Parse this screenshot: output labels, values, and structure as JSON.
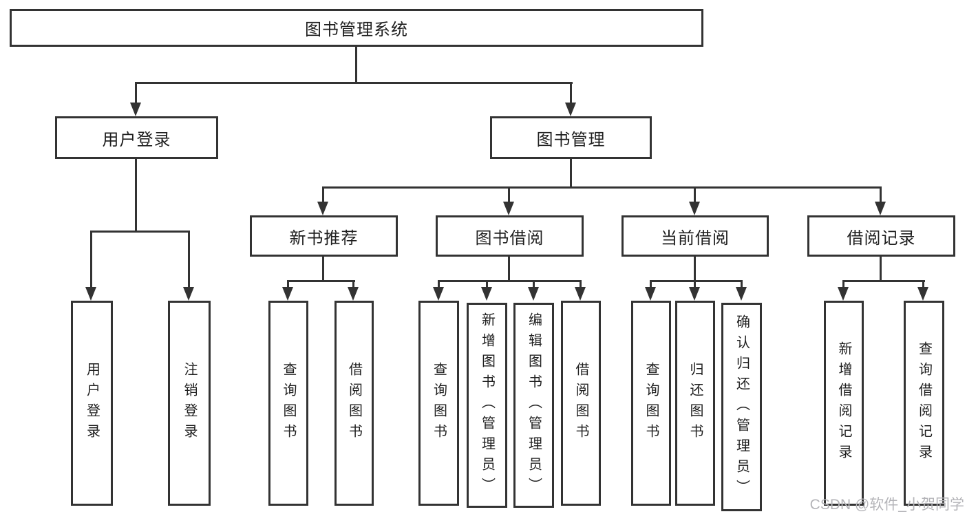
{
  "colors": {
    "line": "#333333",
    "text": "#1f1f1f",
    "watermark": "#b4b4b8",
    "background": "#ffffff"
  },
  "watermark": {
    "text": "CSDN @软件_小贺同学"
  },
  "tree": {
    "root": {
      "label": "图书管理系统",
      "children": [
        {
          "label": "用户登录",
          "children": [
            {
              "label": "用户登录"
            },
            {
              "label": "注销登录"
            }
          ]
        },
        {
          "label": "图书管理",
          "children": [
            {
              "label": "新书推荐",
              "children": [
                {
                  "label": "查询图书"
                },
                {
                  "label": "借阅图书"
                }
              ]
            },
            {
              "label": "图书借阅",
              "children": [
                {
                  "label": "查询图书"
                },
                {
                  "label": "新增图书（管理员）"
                },
                {
                  "label": "编辑图书（管理员）"
                },
                {
                  "label": "借阅图书"
                }
              ]
            },
            {
              "label": "当前借阅",
              "children": [
                {
                  "label": "查询图书"
                },
                {
                  "label": "归还图书"
                },
                {
                  "label": "确认归还（管理员）"
                }
              ]
            },
            {
              "label": "借阅记录",
              "children": [
                {
                  "label": "新增借阅记录"
                },
                {
                  "label": "查询借阅记录"
                }
              ]
            }
          ]
        }
      ]
    }
  }
}
